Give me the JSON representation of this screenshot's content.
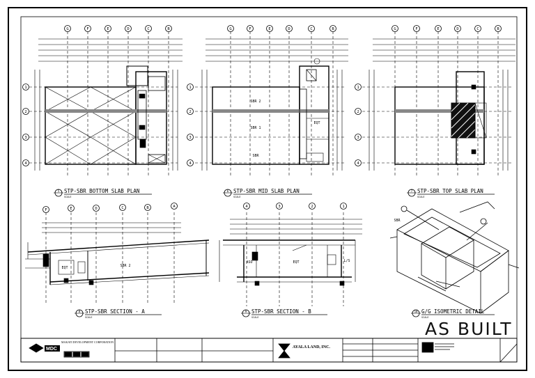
{
  "sheet": {
    "stamp": "AS  BUILT"
  },
  "views": {
    "bottom_slab": {
      "title": "STP-SBR BOTTOM SLAB PLAN",
      "num": "5",
      "scale": "SCALE"
    },
    "mid_slab": {
      "title": "STP-SBR MID SLAB PLAN",
      "num": "6",
      "scale": "SCALE"
    },
    "top_slab": {
      "title": "STP-SBR TOP SLAB PLAN",
      "num": "7",
      "scale": "SCALE"
    },
    "section_a": {
      "title": "STP-SBR SECTION - A",
      "num": "8",
      "scale": "SCALE"
    },
    "section_b": {
      "title": "STP-SBR SECTION - B",
      "num": "9",
      "scale": "SCALE"
    },
    "isometric": {
      "title": "G/G ISOMETRIC DETAIL",
      "num": "10",
      "scale": "SCALE"
    }
  },
  "grid": {
    "cols_top": [
      "G",
      "F",
      "E",
      "D",
      "C",
      "B"
    ],
    "rows": [
      "1",
      "2",
      "3",
      "4"
    ],
    "cols_section_a": [
      "F",
      "E",
      "D",
      "C",
      "B",
      "A"
    ],
    "cols_section_b": [
      "4",
      "3",
      "2",
      "1"
    ]
  },
  "rooms": {
    "sbr2": "SBR 2",
    "sbr1": "SBR 1",
    "eqt": "EQT",
    "aso": "ASO",
    "ls": "L/S",
    "sbr": "SBR"
  },
  "titleblock": {
    "client": "MAKATI DEVELOPMENT CORPORATION",
    "client_logo": "MDC",
    "developer": "AYALA LAND, INC."
  }
}
